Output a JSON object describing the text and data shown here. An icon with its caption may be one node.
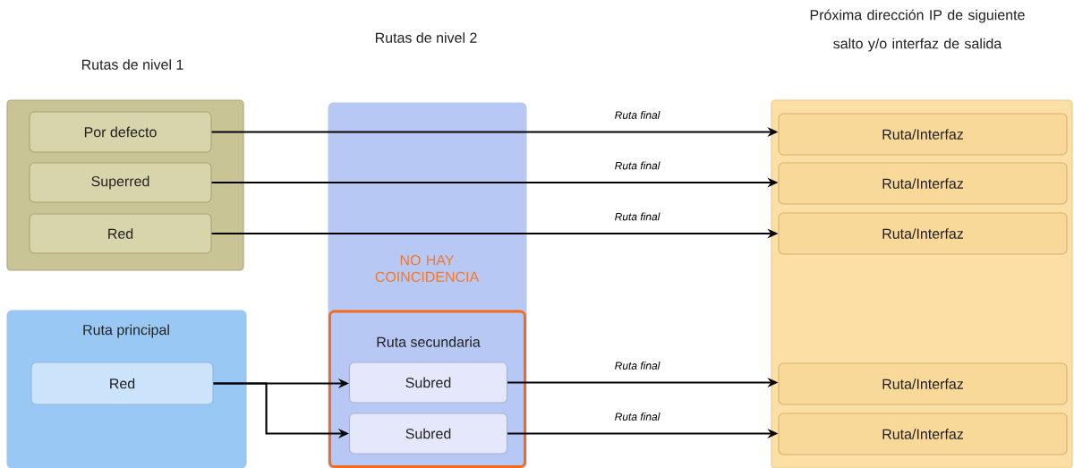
{
  "diagram": {
    "nodes": [
      {
        "text": [],
        "shape": "box"
      },
      {
        "text": [
          "Por defecto"
        ],
        "in": 0
      },
      {
        "text": [
          "Superred"
        ],
        "in": 0
      },
      {
        "text": [
          "Red"
        ],
        "in": 0
      },
      {
        "text": [
          "NO HAY COINCIDENCIA"
        ]
      },
      {
        "text": [
          "Ruta principal"
        ]
      },
      {
        "text": [
          "Red"
        ],
        "in": 5
      },
      {
        "text": [
          "Ruta secundaria"
        ],
        "in": 4
      },
      {
        "text": [
          "Subred"
        ],
        "in": 7
      },
      {
        "text": [
          "Subred"
        ],
        "in": 7
      },
      {
        "text": [],
        "shape": "box"
      },
      {
        "text": [
          "Ruta/Interfaz"
        ],
        "in": 10
      },
      {
        "text": [
          "Ruta/Interfaz"
        ],
        "in": 10
      },
      {
        "text": [
          "Ruta/Interfaz"
        ],
        "in": 10
      },
      {
        "text": [
          "Ruta/Interfaz"
        ],
        "in": 10
      },
      {
        "text": [
          "Ruta/Interfaz"
        ],
        "in": 10
      }
    ],
    "edges": [
      {
        "from": 1,
        "to": 11,
        "arrow": "to",
        "label": "Ruta final"
      },
      {
        "from": 2,
        "to": 12,
        "arrow": "to",
        "label": "Ruta final"
      },
      {
        "from": 3,
        "to": 13,
        "arrow": "to",
        "label": "Ruta final"
      },
      {
        "from": 6,
        "to": 8,
        "arrow": "to"
      },
      {
        "from": 6,
        "to": 9,
        "arrow": "to"
      },
      {
        "from": 8,
        "to": 14,
        "arrow": "to",
        "label": "Ruta final"
      },
      {
        "from": 9,
        "to": 15,
        "arrow": "to",
        "label": "Ruta final"
      }
    ],
    "labels": [
      "Rutas de nivel 1",
      "Rutas de nivel 2",
      "Próxima dirección IP de siguiente salto y/o interfaz de salida"
    ]
  }
}
